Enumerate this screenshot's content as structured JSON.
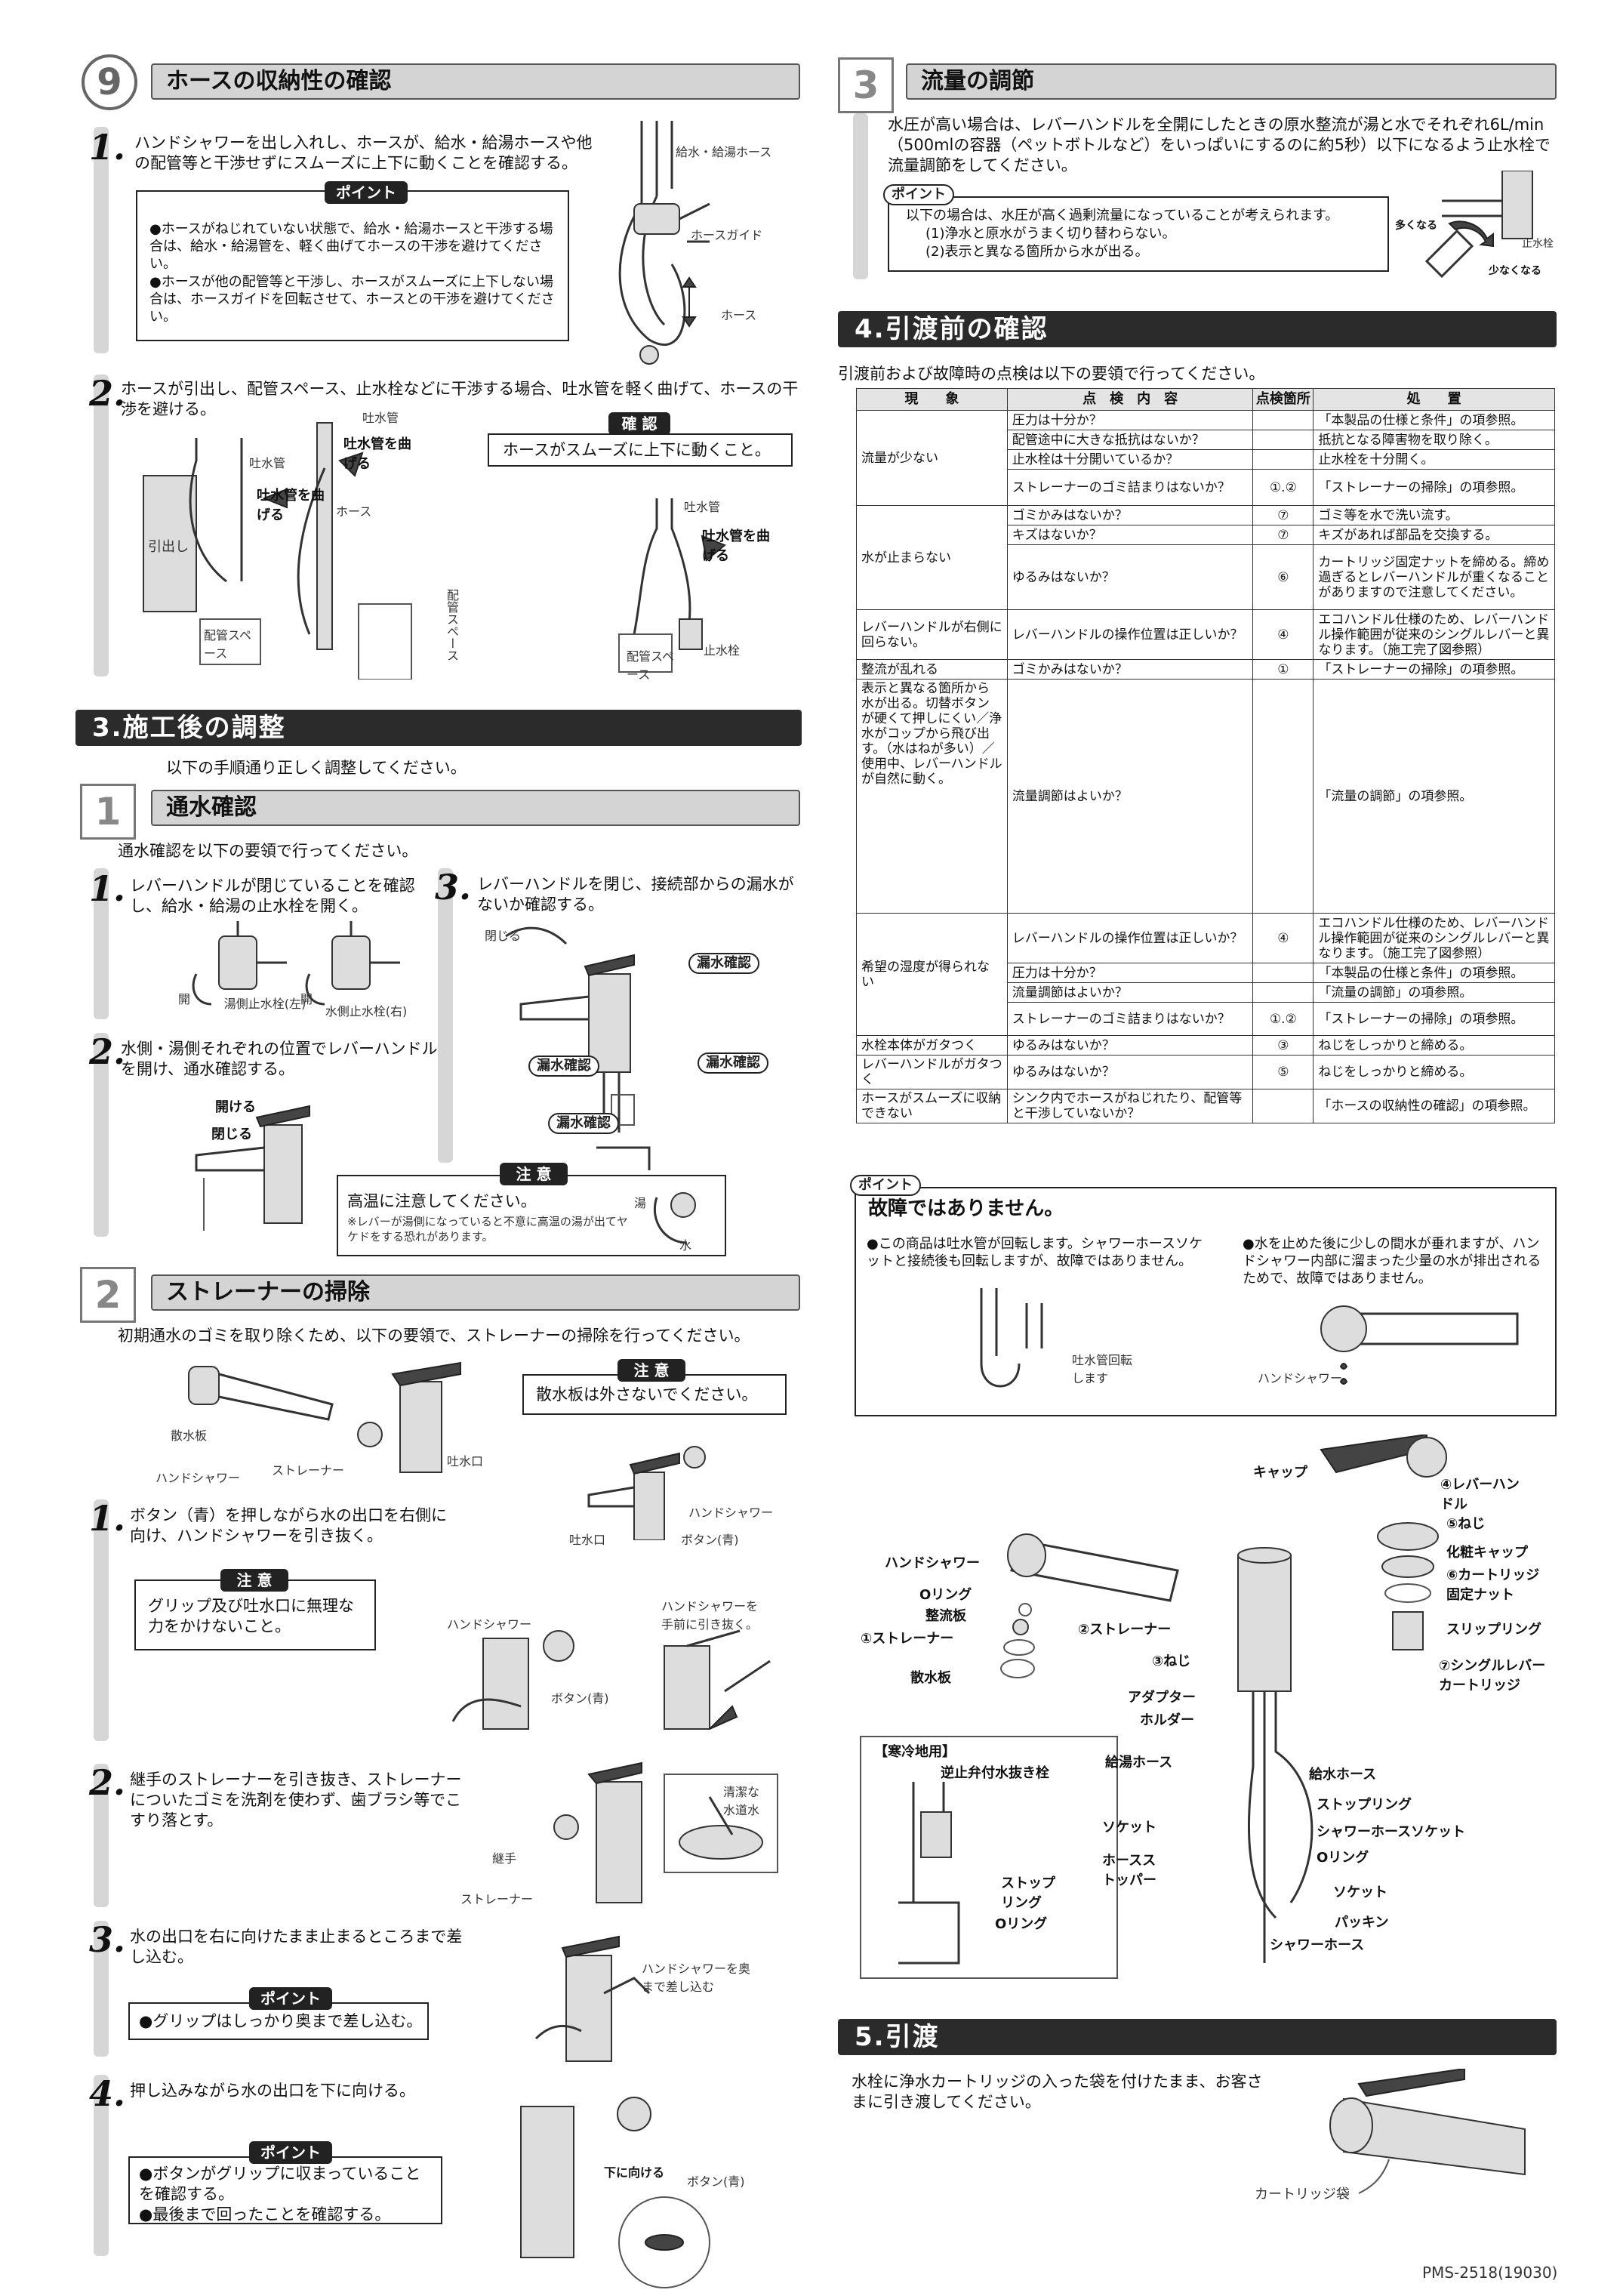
{
  "s9": {
    "num": "9",
    "title": "ホースの収納性の確認",
    "step1": {
      "num": "1.",
      "text": "ハンドシャワーを出し入れし、ホースが、給水・給湯ホースや他の配管等と干渉せずにスムーズに上下に動くことを確認する。",
      "point_label": "ポイント",
      "points": [
        "●ホースがねじれていない状態で、給水・給湯ホースと干渉する場合は、給水・給湯管を、軽く曲げてホースの干渉を避けてください。",
        "●ホースが他の配管等と干渉し、ホースがスムーズに上下しない場合は、ホースガイドを回転させて、ホースとの干渉を避けてください。"
      ],
      "labels": [
        "給水・給湯ホース",
        "ホースガイド",
        "ホース"
      ]
    },
    "step2": {
      "num": "2.",
      "text": "ホースが引出し、配管スペース、止水栓などに干渉する場合、吐水管を軽く曲げて、ホースの干渉を避ける。",
      "confirm_label": "確 認",
      "confirm_text": "ホースがスムーズに上下に動くこと。",
      "labels": {
        "drawer": "引出し",
        "pipe_space": "配管スペース",
        "pipe_space_v": "配管スペース",
        "spout1": "吐水管",
        "bend1": "吐水管を曲げる",
        "spout2": "吐水管",
        "bend2": "吐水管を曲げる",
        "hose": "ホース",
        "spout3": "吐水管",
        "bend3": "吐水管を曲げる",
        "pipe_space3": "配管スペース",
        "stopcock": "止水栓"
      }
    }
  },
  "s3": {
    "title": "3.施工後の調整",
    "intro": "以下の手順通り正しく調整してください。",
    "p1": {
      "num": "1",
      "title": "通水確認",
      "intro": "通水確認を以下の要領で行ってください。",
      "step1": {
        "num": "1.",
        "text": "レバーハンドルが閉じていることを確認し、給水・給湯の止水栓を開く。",
        "l_open1": "開",
        "l_open2": "開",
        "l_hot": "湯側止水栓(左)",
        "l_cold": "水側止水栓(右)"
      },
      "step2": {
        "num": "2.",
        "text": "水側・湯側それぞれの位置でレバーハンドルを開け、通水確認する。",
        "l_open": "開ける",
        "l_close": "閉じる"
      },
      "step3": {
        "num": "3.",
        "text": "レバーハンドルを閉じ、接続部からの漏水がないか確認する。",
        "l_close": "閉じる",
        "leak": "漏水確認"
      },
      "caution_label": "注 意",
      "caution_text": "高温に注意してください。",
      "caution_note": "※レバーが湯側になっていると不意に高温の湯が出てヤケドをする恐れがあります。",
      "c_hot": "湯",
      "c_cold": "水"
    },
    "p2": {
      "num": "2",
      "title": "ストレーナーの掃除",
      "intro": "初期通水のゴミを取り除くため、以下の要領で、ストレーナーの掃除を行ってください。",
      "caution_label": "注 意",
      "caution_text": "散水板は外さないでください。",
      "top_labels": {
        "sprinkle": "散水板",
        "shower": "ハンドシャワー",
        "strainer": "ストレーナー",
        "outlet": "吐水口"
      },
      "step1": {
        "num": "1.",
        "text": "ボタン（青）を押しながら水の出口を右側に向け、ハンドシャワーを引き抜く。",
        "caution_label": "注 意",
        "caution_text": "グリップ及び吐水口に無理な力をかけないこと。",
        "l_shower": "ハンドシャワー",
        "l_outlet": "吐水口",
        "l_button": "ボタン(青)",
        "l_shower2": "ハンドシャワー",
        "l_button2": "ボタン(青)",
        "l_pull": "ハンドシャワーを手前に引き抜く。"
      },
      "step2": {
        "num": "2.",
        "text": "継手のストレーナーを引き抜き、ストレーナーについたゴミを洗剤を使わず、歯ブラシ等でこすり落とす。",
        "l_joint": "継手",
        "l_strainer": "ストレーナー",
        "l_clean": "清潔な水道水"
      },
      "step3": {
        "num": "3.",
        "text": "水の出口を右に向けたまま止まるところまで差し込む。",
        "point_label": "ポイント",
        "point": "●グリップはしっかり奥まで差し込む。",
        "l_insert": "ハンドシャワーを奥まで差し込む"
      },
      "step4": {
        "num": "4.",
        "text": "押し込みながら水の出口を下に向ける。",
        "point_label": "ポイント",
        "points": [
          "●ボタンがグリップに収まっていることを確認する。",
          "●最後まで回ったことを確認する。"
        ],
        "l_down": "下に向ける",
        "l_button": "ボタン(青)"
      }
    }
  },
  "p3": {
    "num": "3",
    "title": "流量の調節",
    "text": "水圧が高い場合は、レバーハンドルを全開にしたときの原水整流が湯と水でそれぞれ6L/min（500mlの容器（ペットボトルなど）をいっぱいにするのに約5秒）以下になるよう止水栓で流量調節をしてください。",
    "point_label": "ポイント",
    "point_lines": [
      "以下の場合は、水圧が高く過剰流量になっていることが考えられます。",
      "(1)浄水と原水がうまく切り替わらない。",
      "(2)表示と異なる箇所から水が出る。"
    ],
    "l_more": "多くなる",
    "l_less": "少なくなる",
    "l_stopcock": "止水栓"
  },
  "s4": {
    "title": "4.引渡前の確認",
    "intro": "引渡前および故障時の点検は以下の要領で行ってください。",
    "headers": [
      "現　　象",
      "点　検　内　容",
      "点検箇所",
      "処　　置"
    ],
    "groups": [
      {
        "phenomenon": "流量が少ない",
        "rows": [
          [
            "圧力は十分か？",
            "",
            "「本製品の仕様と条件」の項参照。"
          ],
          [
            "配管途中に大きな抵抗はないか？",
            "",
            "抵抗となる障害物を取り除く。"
          ],
          [
            "止水栓は十分開いているか？",
            "",
            "止水栓を十分開く。"
          ],
          [
            "ストレーナーのゴミ詰まりはないか？",
            "①.②",
            "「ストレーナーの掃除」の項参照。"
          ]
        ]
      },
      {
        "phenomenon": "水が止まらない",
        "rows": [
          [
            "ゴミかみはないか？",
            "⑦",
            "ゴミ等を水で洗い流す。"
          ],
          [
            "キズはないか？",
            "⑦",
            "キズがあれば部品を交換する。"
          ],
          [
            "ゆるみはないか？",
            "⑥",
            "カートリッジ固定ナットを締める。締め過ぎるとレバーハンドルが重くなることがありますので注意してください。"
          ]
        ]
      },
      {
        "phenomenon": "レバーハンドルが右側に回らない。",
        "rows": [
          [
            "レバーハンドルの操作位置は正しいか？",
            "④",
            "エコハンドル仕様のため、レバーハンドル操作範囲が従来のシングルレバーと異なります。（施工完了図参照）"
          ]
        ]
      },
      {
        "phenomenon": "整流が乱れる",
        "rows": [
          [
            "ゴミかみはないか？",
            "①",
            "「ストレーナーの掃除」の項参照。"
          ]
        ]
      },
      {
        "phenomenon": "表示と異なる箇所から水が出る。切替ボタンが硬くて押しにくい／浄水がコップから飛び出す。（水はねが多い）／使用中、レバーハンドルが自然に動く。",
        "rows": [
          [
            "流量調節はよいか？",
            "",
            "「流量の調節」の項参照。"
          ]
        ]
      },
      {
        "phenomenon": "希望の湿度が得られない",
        "rows": [
          [
            "レバーハンドルの操作位置は正しいか？",
            "④",
            "エコハンドル仕様のため、レバーハンドル操作範囲が従来のシングルレバーと異なります。（施工完了図参照）"
          ],
          [
            "圧力は十分か？",
            "",
            "「本製品の仕様と条件」の項参照。"
          ],
          [
            "流量調節はよいか？",
            "",
            "「流量の調節」の項参照。"
          ],
          [
            "ストレーナーのゴミ詰まりはないか？",
            "①.②",
            "「ストレーナーの掃除」の項参照。"
          ]
        ]
      },
      {
        "phenomenon": "水栓本体がガタつく",
        "rows": [
          [
            "ゆるみはないか？",
            "③",
            "ねじをしっかりと締める。"
          ]
        ]
      },
      {
        "phenomenon": "レバーハンドルがガタつく",
        "rows": [
          [
            "ゆるみはないか？",
            "⑤",
            "ねじをしっかりと締める。"
          ]
        ]
      },
      {
        "phenomenon": "ホースがスムーズに収納できない",
        "rows": [
          [
            "シンク内でホースがねじれたり、配管等と干渉していないか？",
            "",
            "「ホースの収納性の確認」の項参照。"
          ]
        ]
      }
    ],
    "point_label": "ポイント",
    "point_title": "故障ではありません。",
    "point_left": "●この商品は吐水管が回転します。シャワーホースソケットと接続後も回転しますが、故障ではありません。",
    "point_right": "●水を止めた後に少しの間水が垂れますが、ハンドシャワー内部に溜まった少量の水が排出されるためで、故障ではありません。",
    "l_rotate": "吐水管回転します",
    "l_shower": "ハンドシャワー"
  },
  "parts": {
    "cap": "キャップ",
    "lever": "④レバーハンドル",
    "screw5": "⑤ねじ",
    "cosmetic_cap": "化粧キャップ",
    "cartridge_nut": "⑥カートリッジ固定ナット",
    "slip_ring": "スリップリング",
    "single_cartridge": "⑦シングルレバーカートリッジ",
    "hand_shower": "ハンドシャワー",
    "o_ring": "Oリング",
    "flow_plate": "整流板",
    "strainer1": "①ストレーナー",
    "strainer2": "②ストレーナー",
    "sprinkle": "散水板",
    "screw3": "③ねじ",
    "adapter": "アダプター",
    "holder": "ホルダー",
    "hot_hose": "給湯ホース",
    "cold_hose": "給水ホース",
    "stop_ring": "ストップリング",
    "shower_socket": "シャワーホースソケット",
    "o_ring2": "Oリング",
    "socket": "ソケット",
    "hose_stopper": "ホースストッパー",
    "socket2": "ソケット",
    "packing": "パッキン",
    "shower_hose": "シャワーホース",
    "cold_title": "【寒冷地用】",
    "check_valve": "逆止弁付水抜き栓",
    "stop_ring2": "ストップリング",
    "o_ring3": "Oリング"
  },
  "s5": {
    "title": "5.引渡",
    "text": "水栓に浄水カートリッジの入った袋を付けたまま、お客さまに引き渡してください。",
    "l_bag": "カートリッジ袋"
  },
  "footer": "PMS-2518(19030)"
}
